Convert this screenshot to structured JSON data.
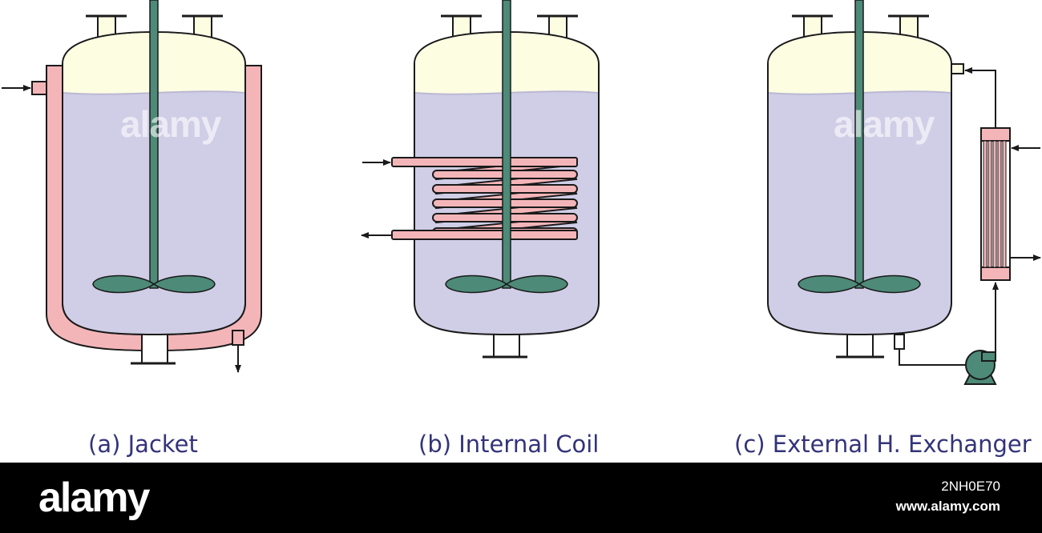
{
  "captions": {
    "jacket": "(a) Jacket",
    "coil": "(b) Internal Coil",
    "exchanger": "(c) External H. Exchanger"
  },
  "watermark": {
    "text": "alamy",
    "image_id": "2NH0E70",
    "url": "www.alamy.com"
  },
  "colors": {
    "liquid": "#d0cde6",
    "headspace": "#fdfde2",
    "heating": "#f4b5b9",
    "agitator": "#4d8a78",
    "outline": "#1a1a1a",
    "caption": "#33337a",
    "footer": "#000000"
  },
  "icons": {
    "impeller": "propeller-impeller-icon",
    "pump": "centrifugal-pump-icon",
    "arrow": "flow-arrow-icon"
  }
}
